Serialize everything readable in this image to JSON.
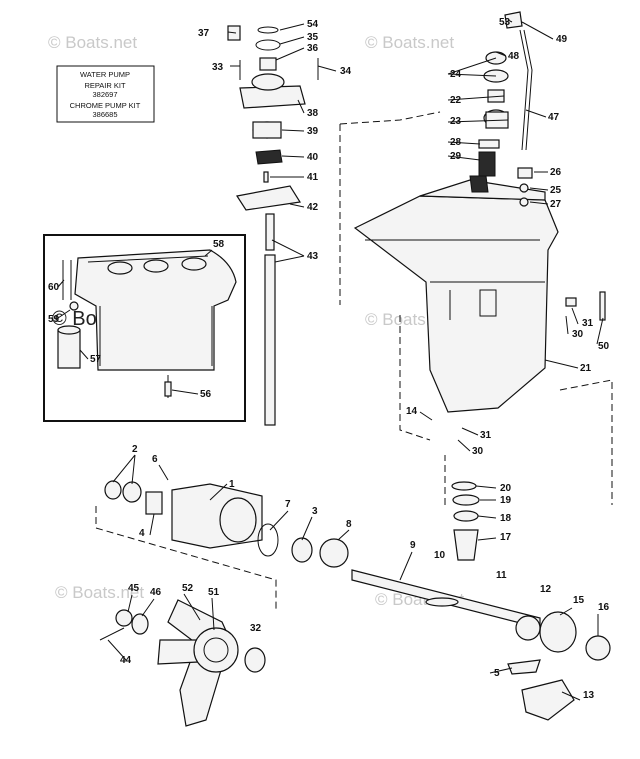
{
  "watermark": "© Boats.net",
  "kit_box": {
    "lines": [
      "WATER PUMP",
      "REPAIR KIT",
      "382697",
      "CHROME PUMP KIT",
      "386685"
    ]
  },
  "callouts": [
    "1",
    "2",
    "3",
    "4",
    "5",
    "6",
    "7",
    "8",
    "9",
    "10",
    "11",
    "12",
    "13",
    "14",
    "15",
    "16",
    "17",
    "18",
    "19",
    "20",
    "21",
    "22",
    "23",
    "24",
    "25",
    "26",
    "27",
    "28",
    "29",
    "30",
    "30",
    "31",
    "31",
    "32",
    "33",
    "34",
    "35",
    "36",
    "37",
    "38",
    "39",
    "40",
    "41",
    "42",
    "43",
    "44",
    "45",
    "46",
    "47",
    "48",
    "49",
    "50",
    "51",
    "52",
    "53",
    "54",
    "56",
    "57",
    "58",
    "59",
    "60"
  ]
}
